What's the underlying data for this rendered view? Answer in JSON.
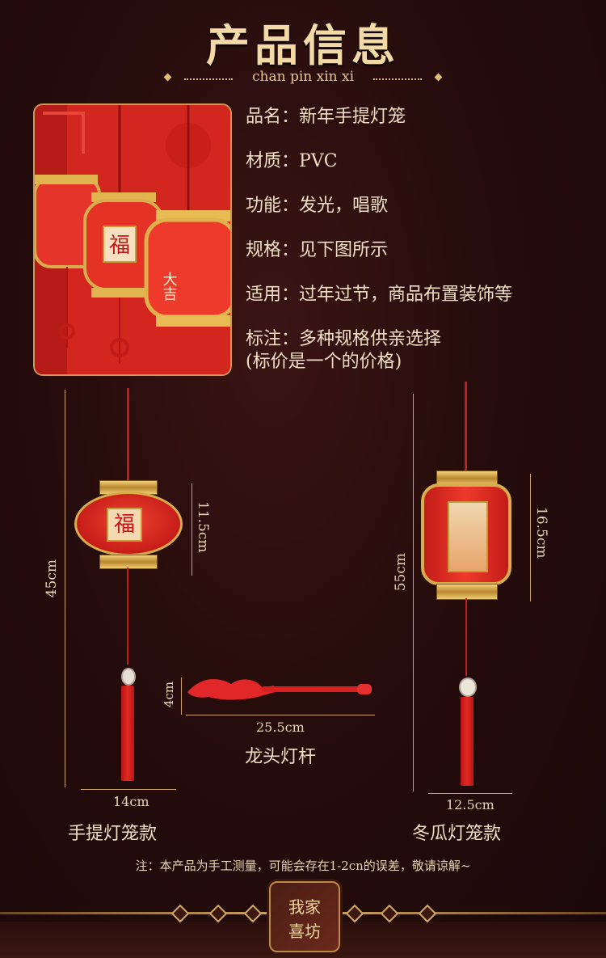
{
  "header": {
    "title": "产品信息",
    "subtitle": "chan pin xin xi"
  },
  "info": {
    "name": "品名：新年手提灯笼",
    "material": "材质：PVC",
    "function": "功能：发光，唱歌",
    "spec": "规格：见下图所示",
    "usage": "适用：过年过节，商品布置装饰等",
    "remark": "标注：多种规格供亲选择",
    "remark_note": "(标价是一个的价格)"
  },
  "lantern_left": {
    "total_height": "45cm",
    "body_height": "11.5cm",
    "width": "14cm",
    "name": "手提灯笼款",
    "badge_char": "福"
  },
  "lantern_right": {
    "total_height": "55cm",
    "body_height": "16.5cm",
    "width": "12.5cm",
    "name": "冬瓜灯笼款"
  },
  "pole": {
    "height": "4cm",
    "length": "25.5cm",
    "name": "龙头灯杆"
  },
  "note": "注：本产品为手工测量，可能会存在1-2cn的误差，敬请谅解~",
  "logo": {
    "line1": "我家",
    "line2": "喜坊"
  },
  "photo": {
    "badge_char": "福",
    "lantern_char": "大吉"
  },
  "colors": {
    "background": "#260c0c",
    "accent_gold": "#e8c27a",
    "lantern_red": "#d9231d"
  }
}
